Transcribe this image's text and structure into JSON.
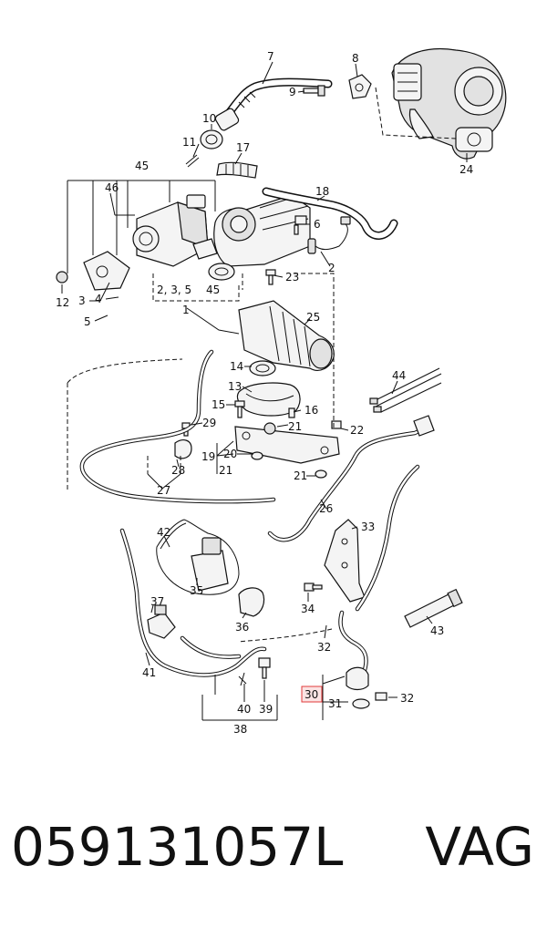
{
  "diagram": {
    "callouts": [
      {
        "id": "c7",
        "text": "7"
      },
      {
        "id": "c8",
        "text": "8"
      },
      {
        "id": "c9",
        "text": "9"
      },
      {
        "id": "c10",
        "text": "10"
      },
      {
        "id": "c11",
        "text": "11"
      },
      {
        "id": "c17",
        "text": "17"
      },
      {
        "id": "c45a",
        "text": "45"
      },
      {
        "id": "c46",
        "text": "46"
      },
      {
        "id": "c18",
        "text": "18"
      },
      {
        "id": "c6",
        "text": "6"
      },
      {
        "id": "c2",
        "text": "2"
      },
      {
        "id": "c23",
        "text": "23"
      },
      {
        "id": "c12",
        "text": "12"
      },
      {
        "id": "c3",
        "text": "3"
      },
      {
        "id": "c4",
        "text": "4"
      },
      {
        "id": "c5",
        "text": "5"
      },
      {
        "id": "c235",
        "text": "2, 3, 5"
      },
      {
        "id": "c45b",
        "text": "45"
      },
      {
        "id": "c1",
        "text": "1"
      },
      {
        "id": "c24",
        "text": "24"
      },
      {
        "id": "c25",
        "text": "25"
      },
      {
        "id": "c14",
        "text": "14"
      },
      {
        "id": "c13",
        "text": "13"
      },
      {
        "id": "c15",
        "text": "15"
      },
      {
        "id": "c16",
        "text": "16"
      },
      {
        "id": "c44",
        "text": "44"
      },
      {
        "id": "c29",
        "text": "29"
      },
      {
        "id": "c21a",
        "text": "21"
      },
      {
        "id": "c22",
        "text": "22"
      },
      {
        "id": "c19",
        "text": "19"
      },
      {
        "id": "c20",
        "text": "20"
      },
      {
        "id": "c21b",
        "text": "21"
      },
      {
        "id": "c28",
        "text": "28"
      },
      {
        "id": "c21c",
        "text": "21"
      },
      {
        "id": "c27",
        "text": "27"
      },
      {
        "id": "c26",
        "text": "26"
      },
      {
        "id": "c33",
        "text": "33"
      },
      {
        "id": "c42",
        "text": "42"
      },
      {
        "id": "c35",
        "text": "35"
      },
      {
        "id": "c34",
        "text": "34"
      },
      {
        "id": "c37",
        "text": "37"
      },
      {
        "id": "c36",
        "text": "36"
      },
      {
        "id": "c43",
        "text": "43"
      },
      {
        "id": "c32a",
        "text": "32"
      },
      {
        "id": "c41",
        "text": "41"
      },
      {
        "id": "c30",
        "text": "30"
      },
      {
        "id": "c32b",
        "text": "32"
      },
      {
        "id": "c31",
        "text": "31"
      },
      {
        "id": "c40",
        "text": "40"
      },
      {
        "id": "c39",
        "text": "39"
      },
      {
        "id": "c38",
        "text": "38"
      }
    ],
    "highlight_color": "#e23b3b",
    "highlight_fill": "#fbe3e3"
  },
  "caption": {
    "part_number": "059131057L",
    "brand": "VAG"
  }
}
